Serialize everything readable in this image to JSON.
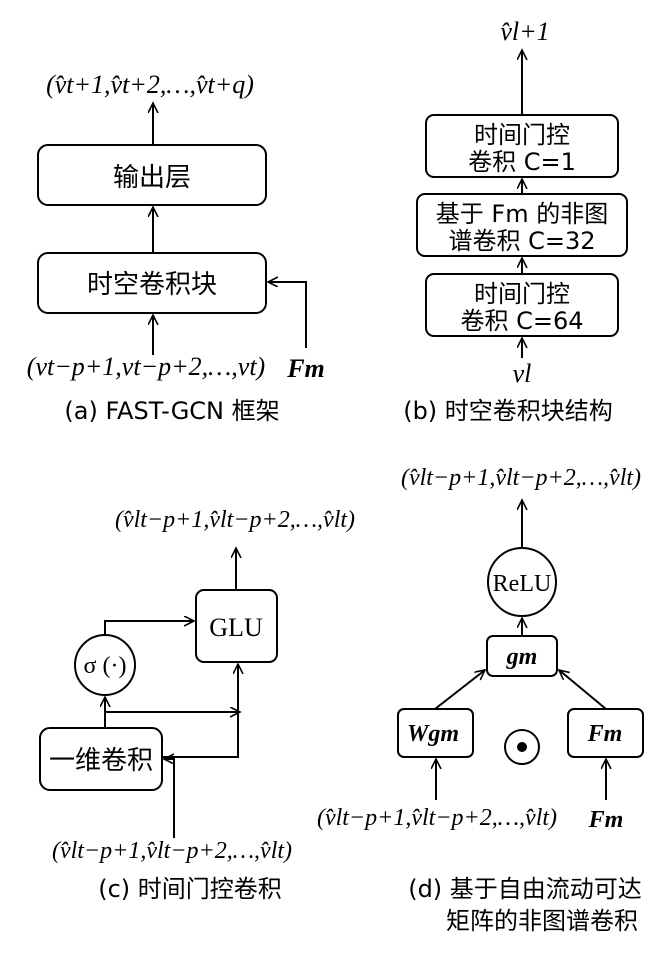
{
  "panel_a": {
    "output_math": "(v̂t+1,v̂t+2,…,v̂t+q)",
    "output_layer": "输出层",
    "st_block": "时空卷积块",
    "input_math": "(vt−p+1,vt−p+2,…,vt)",
    "fm": "Fm",
    "caption": "(a) FAST-GCN 框架"
  },
  "panel_b": {
    "top_math": "v̂l+1",
    "box1_line1": "时间门控",
    "box1_line2": "卷积 C=1",
    "box2_line1": "基于 Fm 的非图",
    "box2_line2": "谱卷积 C=32",
    "box3_line1": "时间门控",
    "box3_line2": "卷积 C=64",
    "bottom_math": "vl",
    "caption": "(b) 时空卷积块结构"
  },
  "panel_c": {
    "output_math": "(v̂lt−p+1,v̂lt−p+2,…,v̂lt)",
    "glu": "GLU",
    "sigma": "σ (·)",
    "conv1d": "一维卷积",
    "input_math": "(v̂lt−p+1,v̂lt−p+2,…,v̂lt)",
    "caption": "(c) 时间门控卷积"
  },
  "panel_d": {
    "output_math": "(v̂lt−p+1,v̂lt−p+2,…,v̂lt)",
    "relu": "ReLU",
    "gm": "gm",
    "wgm": "Wgm",
    "odot": "⊙",
    "fm_box": "Fm",
    "fm_bottom": "Fm",
    "input_math": "(v̂lt−p+1,v̂lt−p+2,…,v̂lt)",
    "caption_line1": "(d) 基于自由流动可达",
    "caption_line2": "矩阵的非图谱卷积"
  }
}
